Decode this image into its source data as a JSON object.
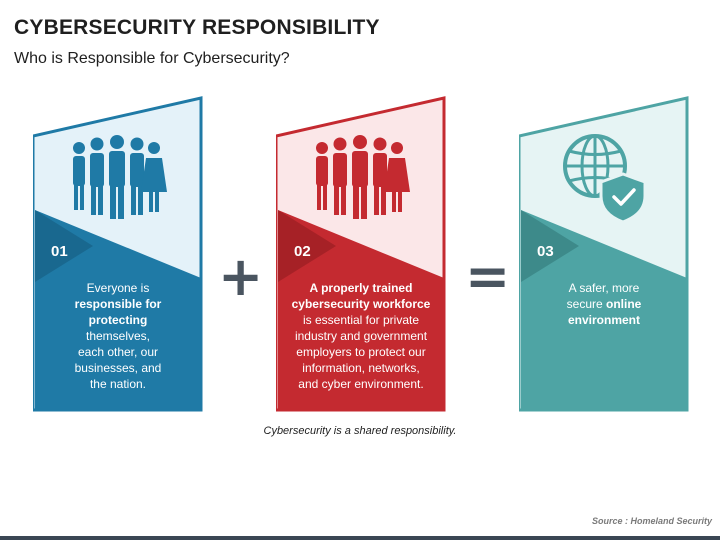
{
  "title": "CYBERSECURITY RESPONSIBILITY",
  "subtitle": "Who is Responsible for Cybersecurity?",
  "cards": [
    {
      "number": "01",
      "icon": "people-group-icon",
      "color": "#1f7aa6",
      "light": "#e4f2f9",
      "text_parts": [
        "Everyone is",
        "responsible for",
        "protecting",
        "themselves,",
        "each other, our",
        "businesses, and",
        "the nation."
      ]
    },
    {
      "number": "02",
      "icon": "people-group-icon",
      "color": "#c42a30",
      "light": "#fbe7e8",
      "text_parts": [
        "A properly trained",
        "cybersecurity workforce",
        "is essential for private",
        "industry and government",
        "employers to protect our",
        "information, networks,",
        "and cyber environment."
      ]
    },
    {
      "number": "03",
      "icon": "globe-shield-icon",
      "color": "#4ea4a4",
      "light": "#e6f4f4",
      "text_parts": [
        "A safer, more",
        "secure",
        "online",
        "environment"
      ]
    }
  ],
  "operators": [
    "+",
    "="
  ],
  "caption": "Cybersecurity is a shared responsibility.",
  "source": "Source : Homeland Security"
}
